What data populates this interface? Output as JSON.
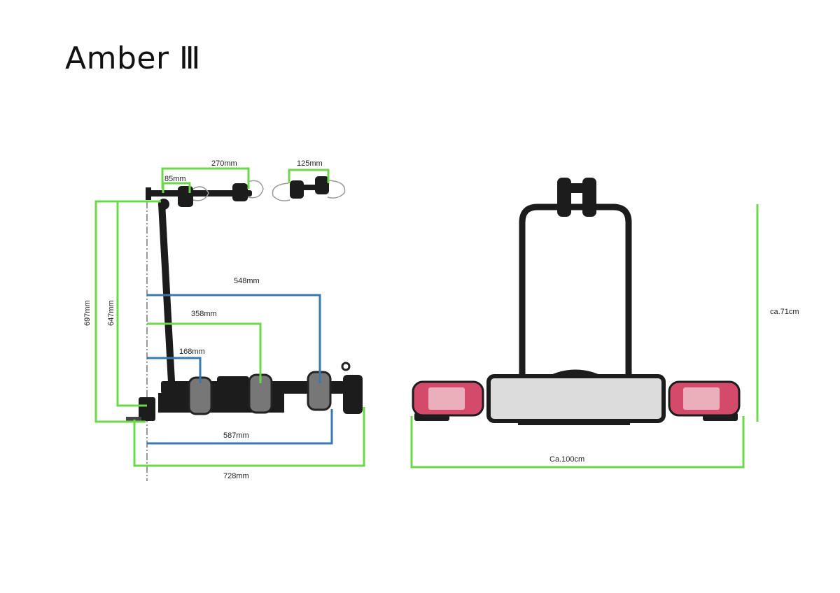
{
  "title": "Amber Ⅲ",
  "side_view": {
    "dimensions": {
      "width_top": "270mm",
      "clamp_gap": "85mm",
      "clamp_width": "125mm",
      "height_total": "697mm",
      "height_arm": "647mm",
      "wheel_3": "548mm",
      "wheel_2": "358mm",
      "wheel_1": "168mm",
      "rail_length": "587mm",
      "total_length": "728mm"
    }
  },
  "rear_view": {
    "dimensions": {
      "height": "ca.71cm",
      "width": "Ca.100cm"
    }
  },
  "colors": {
    "green_dimension": "#6ad84a",
    "blue_dimension": "#3a78b0",
    "frame": "#1c1c1c",
    "lamp": "#d44a6a"
  }
}
